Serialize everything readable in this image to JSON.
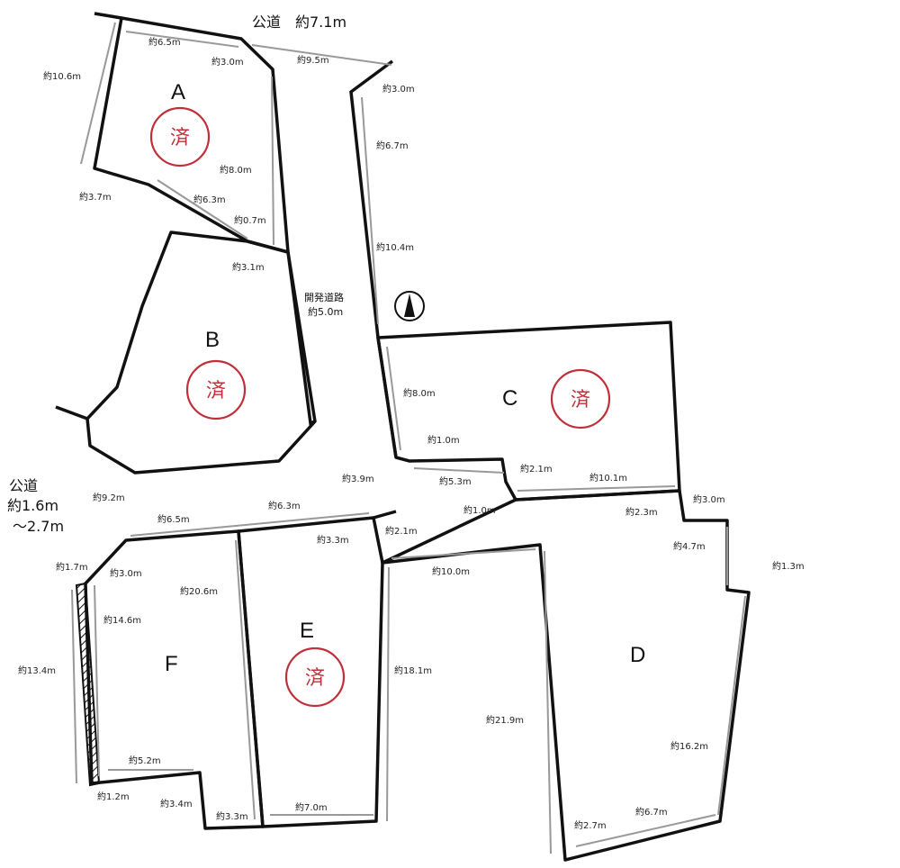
{
  "roads": {
    "north_label": "公道　約7.1m",
    "west_label_1": "公道",
    "west_label_2": "約1.6m",
    "west_label_3": "～2.7m",
    "dev_road_1": "開発道路",
    "dev_road_2": "約5.0m"
  },
  "lots": {
    "A": {
      "label": "A",
      "status": "済"
    },
    "B": {
      "label": "B",
      "status": "済"
    },
    "C": {
      "label": "C",
      "status": "済"
    },
    "D": {
      "label": "D"
    },
    "E": {
      "label": "E",
      "status": "済"
    },
    "F": {
      "label": "F"
    }
  },
  "dimensions": {
    "a1": "約10.6m",
    "a2": "約6.5m",
    "a3": "約3.0m",
    "a4": "約9.5m",
    "a5": "約8.0m",
    "a6": "約3.7m",
    "a7": "約6.3m",
    "a8": "約0.7m",
    "b1": "約3.1m",
    "r1": "約3.0m",
    "r2": "約6.7m",
    "r3": "約10.4m",
    "c1": "約8.0m",
    "c2": "約1.0m",
    "c3": "約5.3m",
    "c4": "約2.1m",
    "c5": "約10.1m",
    "c6": "約1.0m",
    "m1": "約3.9m",
    "m2": "約9.2m",
    "m3": "約6.3m",
    "m4": "約6.5m",
    "m5": "約3.3m",
    "m6": "約2.1m",
    "d1": "約2.3m",
    "d2": "約3.0m",
    "d3": "約4.7m",
    "d4": "約1.3m",
    "d5": "約10.0m",
    "d6": "約18.1m",
    "d7": "約21.9m",
    "d8": "約16.2m",
    "d9": "約6.7m",
    "d10": "約2.7m",
    "f1": "約1.7m",
    "f2": "約3.0m",
    "f3": "約20.6m",
    "f4": "約14.6m",
    "f5": "約13.4m",
    "f6": "約5.2m",
    "f7": "約1.2m",
    "f8": "約3.4m",
    "f9": "約3.3m",
    "e1": "約7.0m"
  }
}
